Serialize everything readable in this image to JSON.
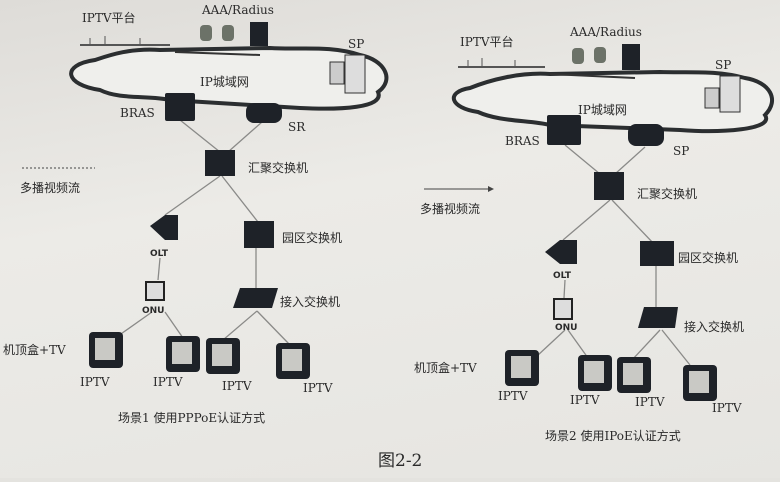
{
  "figure_label": "图2-2",
  "legend": {
    "multicast_label": "多播视频流"
  },
  "scenario1": {
    "caption": "场景1 使用PPPoE认证方式",
    "iptv_platform": "IPTV平台",
    "aaa": "AAA/Radius",
    "sp": "SP",
    "metro": "IP城域网",
    "bras": "BRAS",
    "router": "SR",
    "agg_switch": "汇聚交换机",
    "olt": "OLT",
    "campus_switch": "园区交换机",
    "onu": "ONU",
    "access_switch": "接入交换机",
    "stb": "机顶盒+TV",
    "tvs": [
      "IPTV",
      "IPTV",
      "IPTV",
      "IPTV"
    ]
  },
  "scenario2": {
    "caption": "场景2 使用IPoE认证方式",
    "iptv_platform": "IPTV平台",
    "aaa": "AAA/Radius",
    "sp": "SP",
    "metro": "IP城域网",
    "bras": "BRAS",
    "router": "SP",
    "agg_switch": "汇聚交换机",
    "olt": "OLT",
    "campus_switch": "园区交换机",
    "onu": "ONU",
    "access_switch": "接入交换机",
    "stb": "机顶盒+TV",
    "tvs": [
      "IPTV",
      "IPTV",
      "IPTV",
      "IPTV"
    ]
  }
}
